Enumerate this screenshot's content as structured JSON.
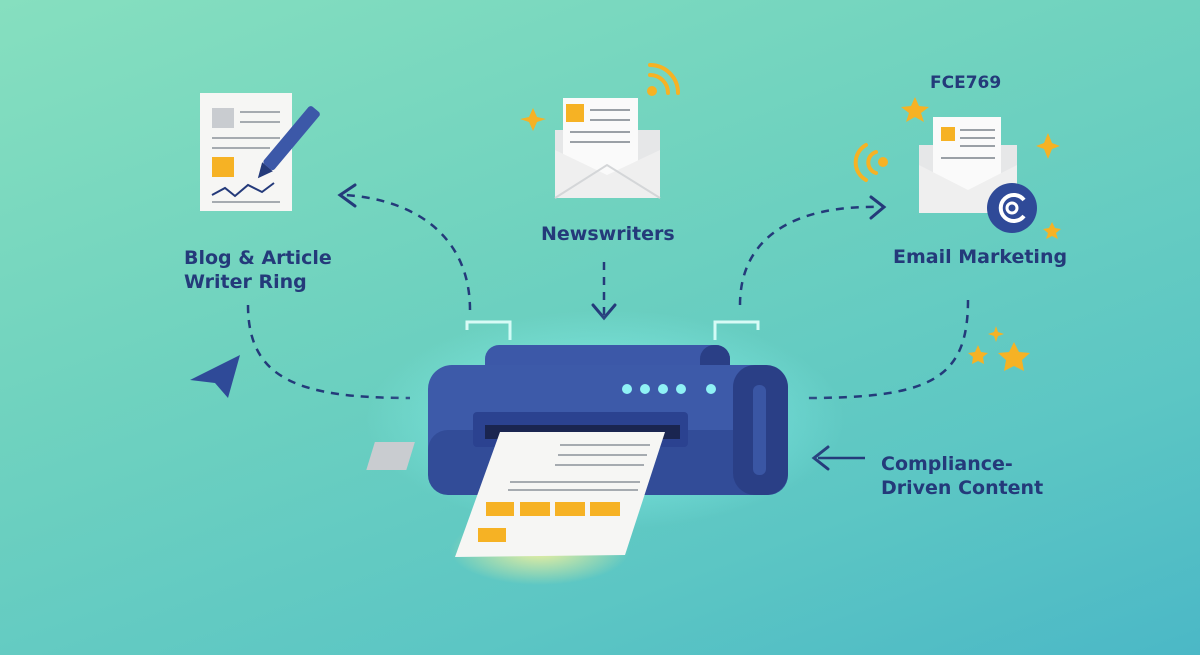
{
  "labels": {
    "blog": [
      "Blog & Article",
      "Writer Ring"
    ],
    "newswriters": "Newswriters",
    "email_code": "FCE769",
    "email": "Email Marketing",
    "compliance": [
      "Compliance-",
      "Driven Content"
    ]
  },
  "colors": {
    "navy": "#243a7a",
    "printer": "#3c58a8",
    "accent": "#f6b224",
    "paper": "#f6f6f4"
  },
  "icons": [
    "document-pen-icon",
    "envelope-icon",
    "wifi-icon",
    "at-sign-icon",
    "star-icon",
    "paper-plane-icon",
    "printer-icon"
  ]
}
